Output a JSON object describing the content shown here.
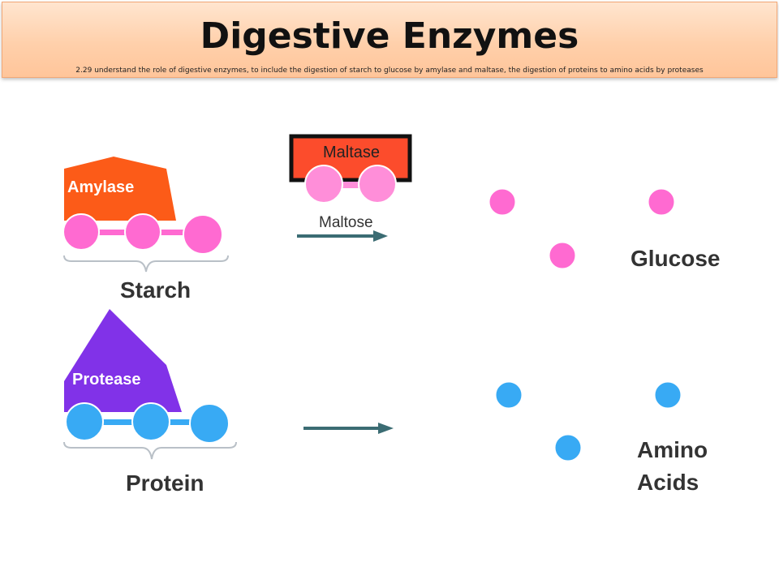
{
  "header": {
    "title": "Digestive Enzymes",
    "subtitle": "2.29 understand the role of digestive enzymes, to include the digestion of starch to glucose by amylase and maltase, the digestion of proteins to amino acids by proteases"
  },
  "diagram": {
    "amylase_label": "Amylase",
    "starch_label": "Starch",
    "maltase_label": "Maltase",
    "maltose_label": "Maltose",
    "glucose_label": "Glucose",
    "protease_label": "Protease",
    "protein_label": "Protein",
    "amino_acids_label_line1": "Amino",
    "amino_acids_label_line2": "Acids"
  },
  "colors": {
    "amylase": "#fc5b18",
    "maltase": "#fc4c2c",
    "glucose_pink": "#ff6ad1",
    "protease": "#8132e8",
    "amino_blue": "#38aaf4",
    "arrow": "#3b6c73"
  }
}
